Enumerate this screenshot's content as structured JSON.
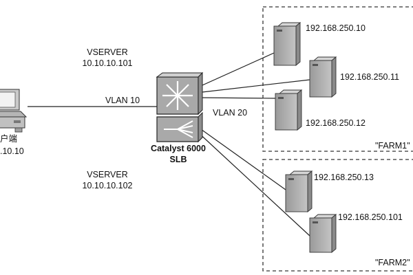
{
  "client": {
    "label_line1": "户端",
    "label_line2": ".10.10"
  },
  "vserver1": {
    "title": "VSERVER",
    "ip": "10.10.10.101"
  },
  "vserver2": {
    "title": "VSERVER",
    "ip": "10.10.10.102"
  },
  "vlan10": "VLAN 10",
  "vlan20": "VLAN 20",
  "switch": {
    "name_line1": "Catalyst 6000",
    "name_line2": "SLB"
  },
  "farm1": {
    "label": "\"FARM1\"",
    "servers": [
      "192.168.250.10",
      "192.168.250.11",
      "192.168.250.12"
    ]
  },
  "farm2": {
    "label": "\"FARM2\"",
    "servers": [
      "192.168.250.13",
      "192.168.250.101"
    ]
  }
}
